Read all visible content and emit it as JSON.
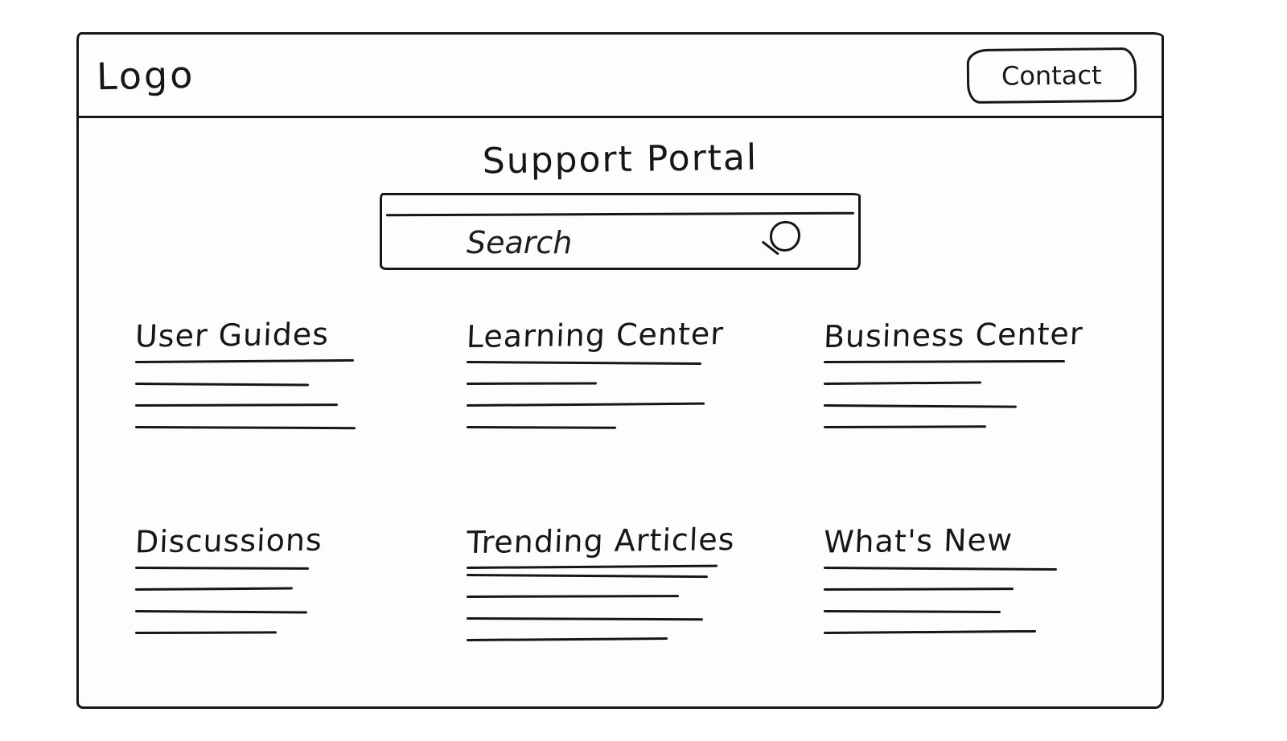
{
  "colors": {
    "ink": "#161616",
    "background": "#fdfdfd"
  },
  "header": {
    "logo": "Logo",
    "contact_button": "Contact"
  },
  "main": {
    "title": "Support Portal",
    "search": {
      "placeholder": "Search"
    }
  },
  "sections": [
    {
      "label": "User Guides"
    },
    {
      "label": "Learning Center"
    },
    {
      "label": "Business Center"
    },
    {
      "label": "Discussions"
    },
    {
      "label": "Trending Articles"
    },
    {
      "label": "What's New"
    }
  ]
}
